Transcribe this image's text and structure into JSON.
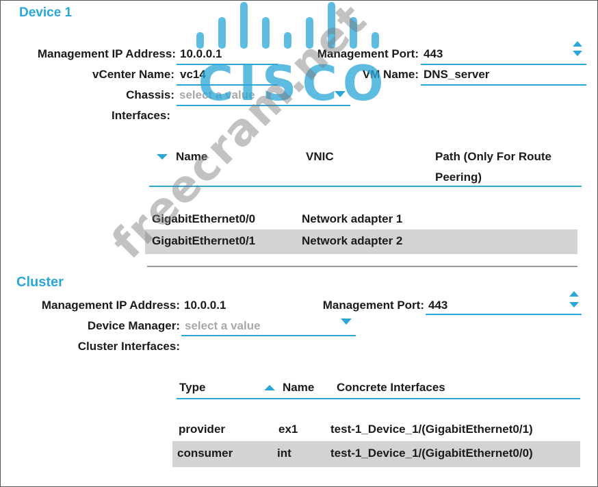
{
  "device": {
    "title": "Device 1",
    "mgmt_ip_label": "Management IP Address:",
    "mgmt_ip_value": "10.0.0.1",
    "mgmt_port_label": "Management Port:",
    "mgmt_port_value": "443",
    "vcenter_label": "vCenter Name:",
    "vcenter_value": "vc14",
    "vm_label": "VM Name:",
    "vm_value": "DNS_server",
    "chassis_label": "Chassis:",
    "chassis_placeholder": "select a value",
    "interfaces_label": "Interfaces:",
    "table": {
      "headers": [
        "Name",
        "VNIC",
        "Path (Only For Route",
        "Peering)"
      ],
      "rows": [
        {
          "name": "GigabitEthernet0/0",
          "vnic": "Network adapter 1"
        },
        {
          "name": "GigabitEthernet0/1",
          "vnic": "Network adapter 2"
        }
      ]
    }
  },
  "cluster": {
    "title": "Cluster",
    "mgmt_ip_label": "Management IP Address:",
    "mgmt_ip_value": "10.0.0.1",
    "mgmt_port_label": "Management Port:",
    "mgmt_port_value": "443",
    "device_manager_label": "Device Manager:",
    "device_manager_placeholder": "select a value",
    "cluster_interfaces_label": "Cluster Interfaces:",
    "table": {
      "headers": [
        "Type",
        "Name",
        "Concrete Interfaces"
      ],
      "rows": [
        {
          "type": "provider",
          "name": "ex1",
          "concrete": "test-1_Device_1/(GigabitEthernet0/1)"
        },
        {
          "type": "consumer",
          "name": "int",
          "concrete": "test-1_Device_1/(GigabitEthernet0/0)"
        }
      ]
    }
  },
  "watermark": {
    "logo_text": "CISCO",
    "site_text": "freecram.net"
  },
  "colors": {
    "accent": "#2aa6d8",
    "row_bg": "#d3d3d3",
    "placeholder": "#a8a8a8"
  }
}
